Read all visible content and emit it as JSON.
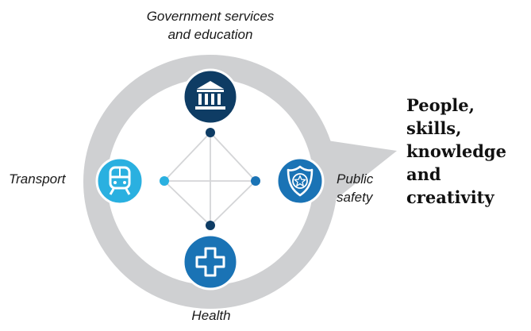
{
  "nodes": {
    "top": {
      "label_line1": "Government services",
      "label_line2": "and education",
      "icon": "government-building-icon",
      "color": "#0e3c64"
    },
    "left": {
      "label": "Transport",
      "icon": "train-icon",
      "color": "#2ab0e0"
    },
    "right": {
      "label_line1": "Public",
      "label_line2": "safety",
      "icon": "police-badge-icon",
      "color": "#1a73b5"
    },
    "bottom": {
      "label": "Health",
      "icon": "medical-cross-icon",
      "color": "#1a73b5"
    }
  },
  "callout": {
    "lines": [
      "People,",
      "skills,",
      "knowledge",
      "and",
      "creativity"
    ]
  },
  "colors": {
    "ring": "#cfd0d2",
    "connector": "#d4d5d7",
    "top_dot": "#0e3c64",
    "side_dot": "#2ab0e0",
    "bottom_dot": "#0e3c64"
  }
}
